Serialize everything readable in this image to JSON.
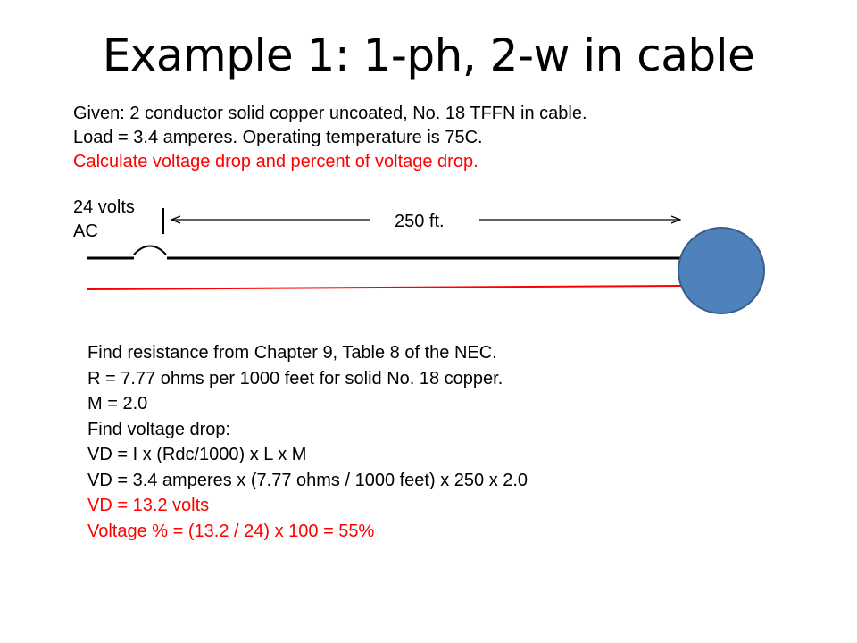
{
  "slide": {
    "title": "Example 1:  1-ph, 2-w in cable"
  },
  "given": [
    {
      "text": "Given:  2 conductor solid copper uncoated,  No. 18 TFFN in cable.",
      "color": "#000000"
    },
    {
      "text": "Load = 3.4 amperes.  Operating temperature is 75C.",
      "color": "#000000"
    },
    {
      "text": "Calculate voltage drop and percent of voltage drop.",
      "color": "#ff0000"
    }
  ],
  "diagram": {
    "source_label_line1": "24 volts",
    "source_label_line2": "AC",
    "distance_label": "250 ft.",
    "conductor_top_color": "#000000",
    "conductor_bottom_color": "#ff0000",
    "load_fill_color": "#4f81bd",
    "load_stroke_color": "#385d8a"
  },
  "calculation": [
    {
      "text": "Find resistance from Chapter 9, Table 8 of the NEC.",
      "color": "#000000"
    },
    {
      "text": "R = 7.77 ohms per 1000 feet for solid No. 18 copper.",
      "color": "#000000"
    },
    {
      "text": "M = 2.0",
      "color": "#000000"
    },
    {
      "text": "Find voltage drop:",
      "color": "#000000"
    },
    {
      "text": "VD = I x (Rdc/1000) x L x M",
      "color": "#000000"
    },
    {
      "text": "VD = 3.4 amperes x (7.77 ohms / 1000 feet) x 250 x 2.0",
      "color": "#000000"
    },
    {
      "text": "VD = 13.2 volts",
      "color": "#ff0000"
    },
    {
      "text": "Voltage % = (13.2 / 24) x 100 = 55%",
      "color": "#ff0000"
    }
  ]
}
